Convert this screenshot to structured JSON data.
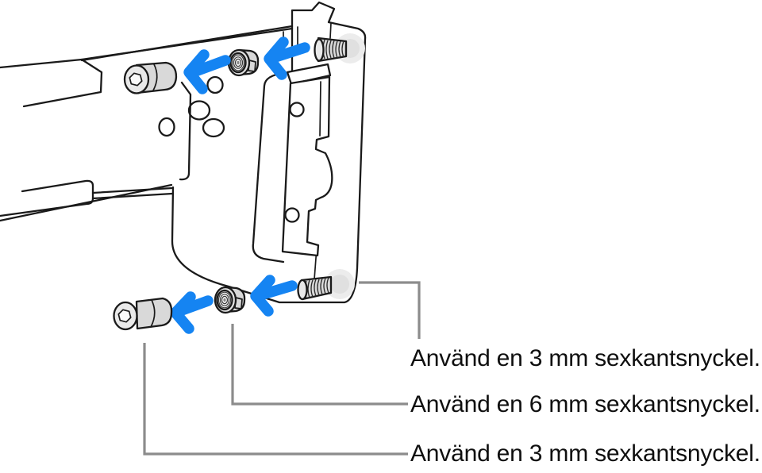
{
  "figure": {
    "kind": "technical-illustration",
    "background": "#ffffff",
    "colors": {
      "background": "#ffffff",
      "line": "#1a1a1a",
      "arrow_blue": "#1584f2",
      "leader_gray": "#8c8c8c",
      "metal_gray": "#d9d9d9",
      "metal_light": "#e9e9e9",
      "ghost_gray": "#ececec",
      "text": "#0f0f0f"
    },
    "icons": {
      "arrows": [
        "left-arrow-icon",
        "left-arrow-icon",
        "left-arrow-icon",
        "left-arrow-icon"
      ]
    },
    "callouts": [
      {
        "text": "Använd en 3 mm sexkantsnyckel."
      },
      {
        "text": "Använd en 6 mm sexkantsnyckel."
      },
      {
        "text": "Använd en 3 mm sexkantsnyckel."
      }
    ]
  }
}
